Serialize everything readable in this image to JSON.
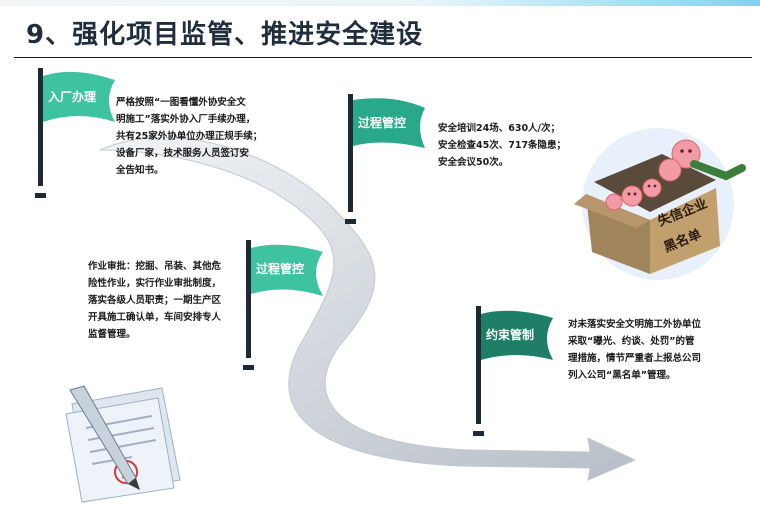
{
  "title": "9、强化项目监管、推进安全建设",
  "steps": [
    {
      "label": "入厂办理",
      "color": "#3fc2a0",
      "text": [
        "严格按照“一图看懂外协安全文",
        "明施工”落实外协入厂手续办理，",
        "共有25家外协单位办理正规手续；",
        "设备厂家，技术服务人员签订安",
        "全告知书。"
      ]
    },
    {
      "label": "过程管控",
      "color": "#2aa98a",
      "text": [
        "安全培训24场、630人/次；",
        "安全检查45次、717条隐患；",
        "安全会议50次。"
      ]
    },
    {
      "label": "过程管控",
      "color": "#3fc2a0",
      "text": [
        "作业审批：挖掘、吊装、其他危",
        "险性作业，实行作业审批制度，",
        "落实各级人员职责；一期生产区",
        "开具施工确认单，车间安排专人",
        "监督管理。"
      ]
    },
    {
      "label": "约束管制",
      "color": "#1e7f66",
      "text": [
        "对未落实安全文明施工外协单位",
        "采取“曝光、约谈、处罚”的管",
        "理措施，情节严重者上报总公司",
        "列入公司“黑名单”管理。"
      ]
    }
  ],
  "illustration": {
    "line1": "失信企业",
    "line2": "黑名单",
    "icon": "blacklist-box-illustration"
  },
  "document_icon": "contract-pen-illustration"
}
